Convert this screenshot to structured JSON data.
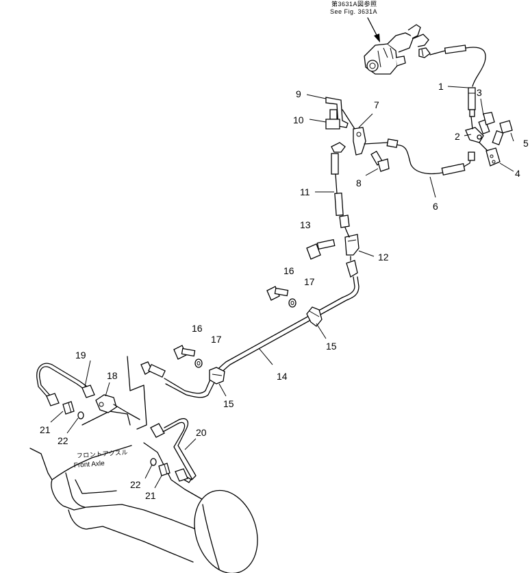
{
  "reference": {
    "line1": "第3631A図参照",
    "line2": "See  Fig. 3631A"
  },
  "axle_label": {
    "jp": "フロントアクスル",
    "en": "Front  Axle"
  },
  "callouts": [
    {
      "id": "c1",
      "label": "1"
    },
    {
      "id": "c2",
      "label": "2"
    },
    {
      "id": "c3",
      "label": "3"
    },
    {
      "id": "c4",
      "label": "4"
    },
    {
      "id": "c5",
      "label": "5"
    },
    {
      "id": "c6",
      "label": "6"
    },
    {
      "id": "c7",
      "label": "7"
    },
    {
      "id": "c8",
      "label": "8"
    },
    {
      "id": "c9",
      "label": "9"
    },
    {
      "id": "c10",
      "label": "10"
    },
    {
      "id": "c11",
      "label": "11"
    },
    {
      "id": "c12",
      "label": "12"
    },
    {
      "id": "c13",
      "label": "13"
    },
    {
      "id": "c14",
      "label": "14"
    },
    {
      "id": "c15a",
      "label": "15"
    },
    {
      "id": "c15b",
      "label": "15"
    },
    {
      "id": "c16a",
      "label": "16"
    },
    {
      "id": "c16b",
      "label": "16"
    },
    {
      "id": "c17a",
      "label": "17"
    },
    {
      "id": "c17b",
      "label": "17"
    },
    {
      "id": "c18",
      "label": "18"
    },
    {
      "id": "c19",
      "label": "19"
    },
    {
      "id": "c20",
      "label": "20"
    },
    {
      "id": "c21a",
      "label": "21"
    },
    {
      "id": "c21b",
      "label": "21"
    },
    {
      "id": "c22a",
      "label": "22"
    },
    {
      "id": "c22b",
      "label": "22"
    }
  ]
}
